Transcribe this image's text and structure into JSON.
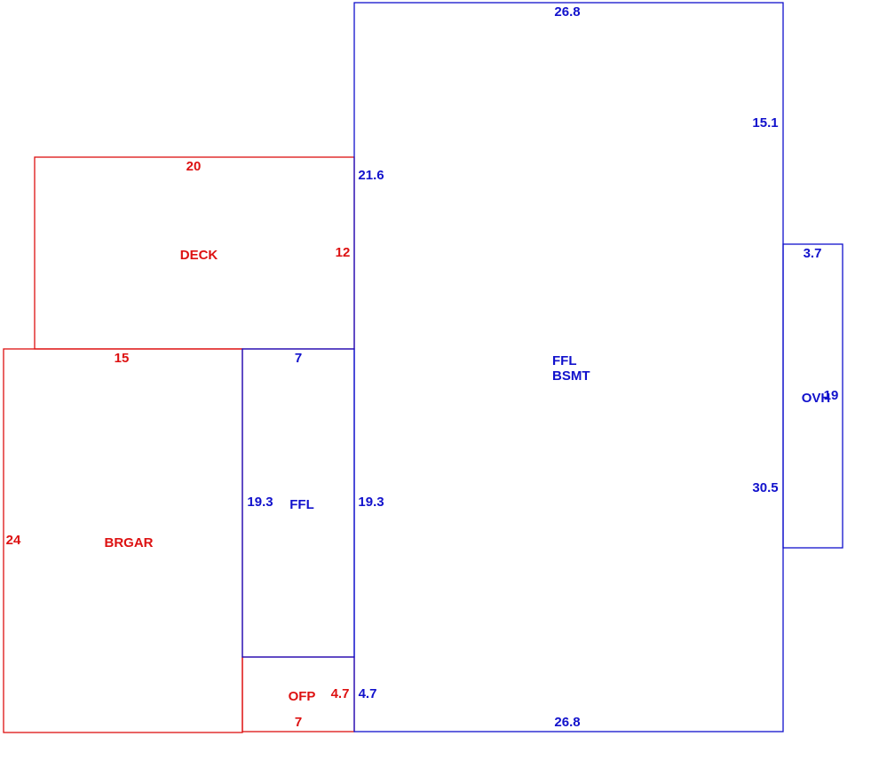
{
  "colors": {
    "living": "#1111cc",
    "other": "#dd1111"
  },
  "areas": {
    "main": {
      "labels": [
        "FFL",
        "BSMT"
      ],
      "dims": {
        "top": "26.8",
        "bottom": "26.8",
        "right_upper": "15.1",
        "right_lower": "30.5",
        "left_upper": "21.6",
        "left_lower": "19.3",
        "left_bottom": "4.7"
      }
    },
    "deck": {
      "label": "DECK",
      "dims": {
        "top": "20",
        "right": "12"
      }
    },
    "brgar": {
      "label": "BRGAR",
      "dims": {
        "top": "15",
        "left": "24"
      }
    },
    "ffl_small": {
      "label": "FFL",
      "dims": {
        "top": "7",
        "left": "19.3"
      }
    },
    "ofp": {
      "label": "OFP",
      "dims": {
        "right": "4.7",
        "bottom": "7"
      }
    },
    "ovh": {
      "label": "OVH",
      "dims": {
        "top": "3.7",
        "right": "19"
      }
    }
  }
}
